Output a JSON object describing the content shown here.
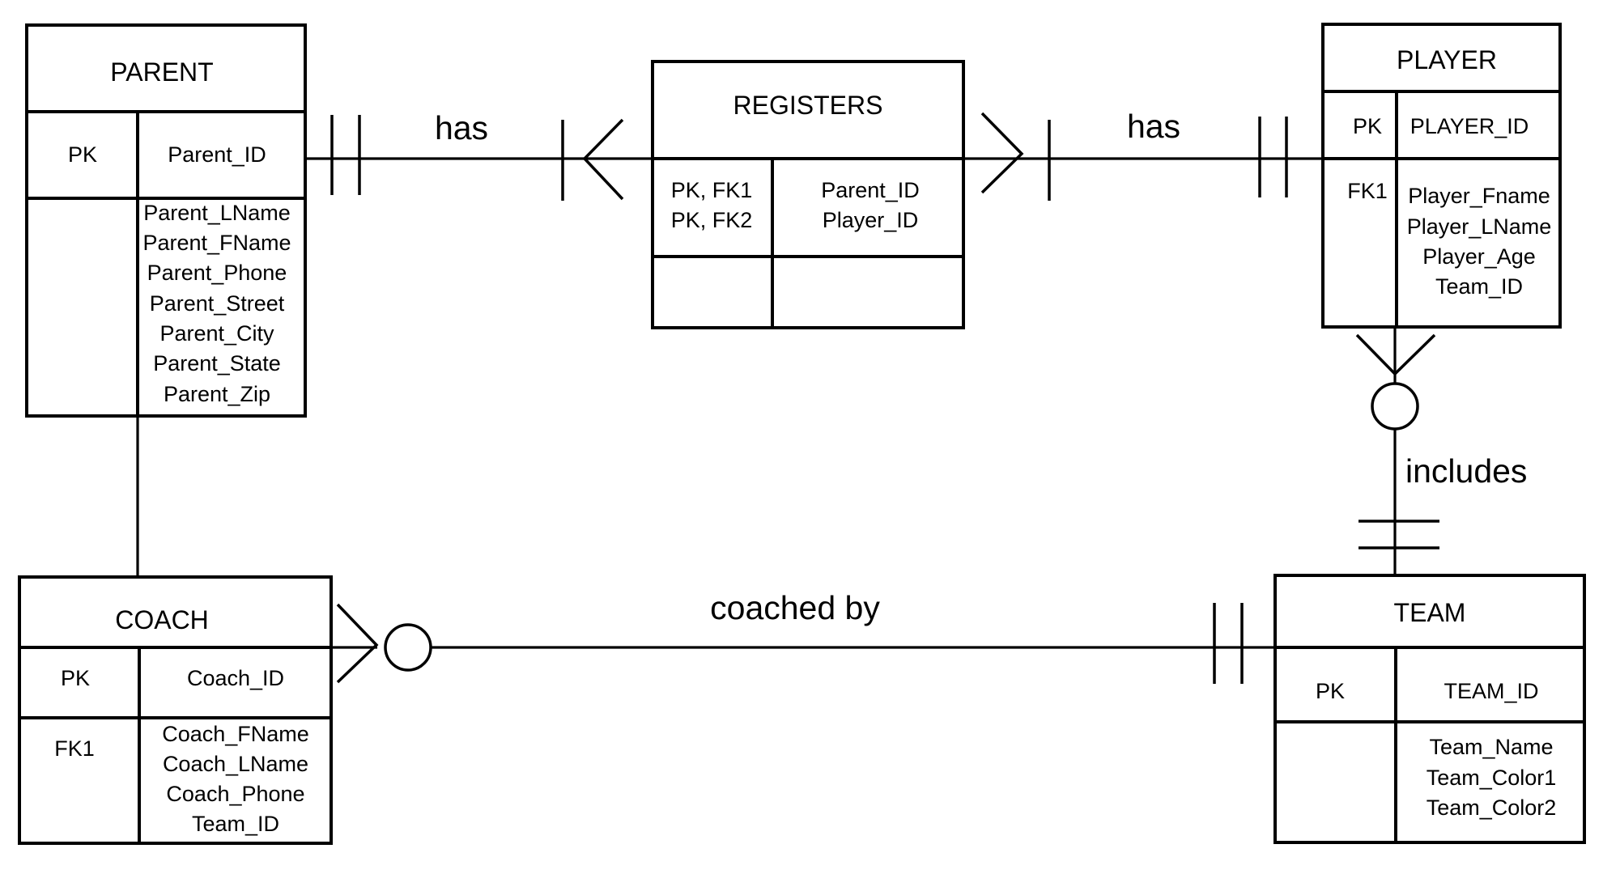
{
  "entities": {
    "parent": {
      "title": "PARENT",
      "pk_key": "PK",
      "pk_attr": "Parent_ID",
      "attributes": [
        "Parent_LName",
        "Parent_FName",
        "Parent_Phone",
        "Parent_Street",
        "Parent_City",
        "Parent_State",
        "Parent_Zip"
      ]
    },
    "registers": {
      "title": "REGISTERS",
      "keys": [
        "PK, FK1",
        "PK, FK2"
      ],
      "attributes": [
        "Parent_ID",
        "Player_ID"
      ]
    },
    "player": {
      "title": "PLAYER",
      "pk_key": "PK",
      "pk_attr": "PLAYER_ID",
      "fk_key": "FK1",
      "attributes": [
        "Player_Fname",
        "Player_LName",
        "Player_Age",
        "Team_ID"
      ]
    },
    "coach": {
      "title": "COACH",
      "pk_key": "PK",
      "pk_attr": "Coach_ID",
      "fk_key": "FK1",
      "attributes": [
        "Coach_FName",
        "Coach_LName",
        "Coach_Phone",
        "Team_ID"
      ]
    },
    "team": {
      "title": "TEAM",
      "pk_key": "PK",
      "pk_attr": "TEAM_ID",
      "attributes": [
        "Team_Name",
        "Team_Color1",
        "Team_Color2"
      ]
    }
  },
  "relationships": {
    "parent_registers": "has",
    "registers_player": "has",
    "player_team": "includes",
    "coach_team": "coached by"
  }
}
